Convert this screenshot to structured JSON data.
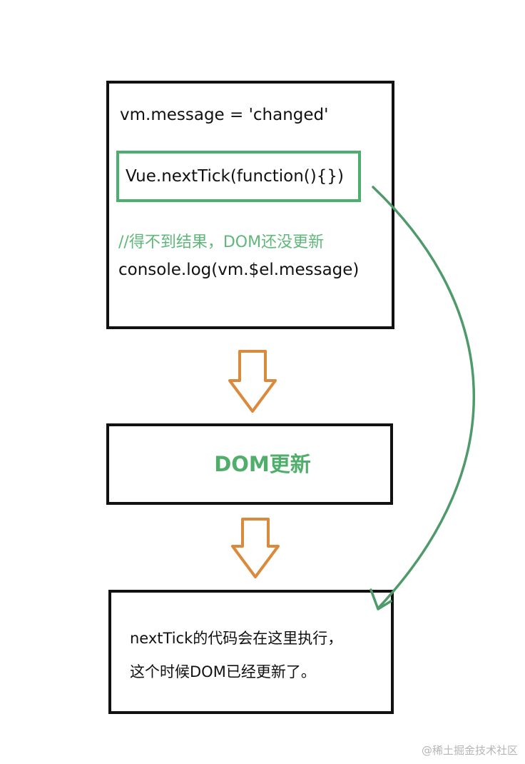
{
  "code": {
    "message_line": "vm.message = 'changed'",
    "nexttick_line": "Vue.nextTick(function(){})",
    "comment_line": "//得不到结果，DOM还没更新",
    "log_line": "console.log(vm.$el.message)"
  },
  "dom_update_label": "DOM更新",
  "result": {
    "line1": "nextTick的代码会在这里执行，",
    "line2": "这个时候DOM已经更新了。"
  },
  "watermark": "@稀土掘金技术社区",
  "colors": {
    "box_border": "#111111",
    "highlight_green": "#4caf6e",
    "down_arrow_orange": "#d98a3c",
    "curve_arrow_green": "#4f9a6a"
  },
  "icons": {
    "down_arrow": "hollow-down-arrow-icon",
    "curved_arrow": "curved-arrow-icon"
  }
}
